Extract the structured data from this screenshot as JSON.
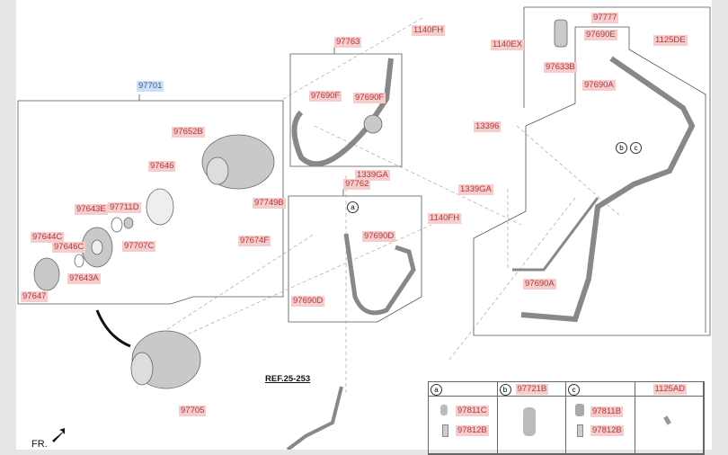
{
  "labels": {
    "p97701": "97701",
    "p97652B": "97652B",
    "p97646": "97646",
    "p97643E": "97643E",
    "p97711D": "97711D",
    "p97644C": "97644C",
    "p97646C": "97646C",
    "p97707C": "97707C",
    "p97643A": "97643A",
    "p97647": "97647",
    "p97749B": "97749B",
    "p97674F": "97674F",
    "p97763": "97763",
    "p1140FH_a": "1140FH",
    "p97690F_a": "97690F",
    "p97690F_b": "97690F",
    "p1339GA_a": "1339GA",
    "p97762": "97762",
    "p97690D_a": "97690D",
    "p1140FH_b": "1140FH",
    "p97690D_b": "97690D",
    "p1140EX": "1140EX",
    "p97777": "97777",
    "p97690E": "97690E",
    "p97633B": "97633B",
    "p97690A_a": "97690A",
    "p1125DE": "1125DE",
    "p13396": "13396",
    "p1339GA_b": "1339GA",
    "p97690A_b": "97690A",
    "p97705": "97705",
    "ref": "REF.25-253",
    "front": "FR.",
    "callout_a": "a",
    "callout_b": "b",
    "callout_c": "c"
  },
  "table": {
    "headers": [
      {
        "key": "a",
        "part": ""
      },
      {
        "key": "b",
        "part": "97721B"
      },
      {
        "key": "c",
        "part": ""
      },
      {
        "key": "",
        "part": "1125AD"
      }
    ],
    "cells": {
      "a": [
        "97811C",
        "97812B"
      ],
      "c": [
        "97811B",
        "97812B"
      ]
    }
  }
}
